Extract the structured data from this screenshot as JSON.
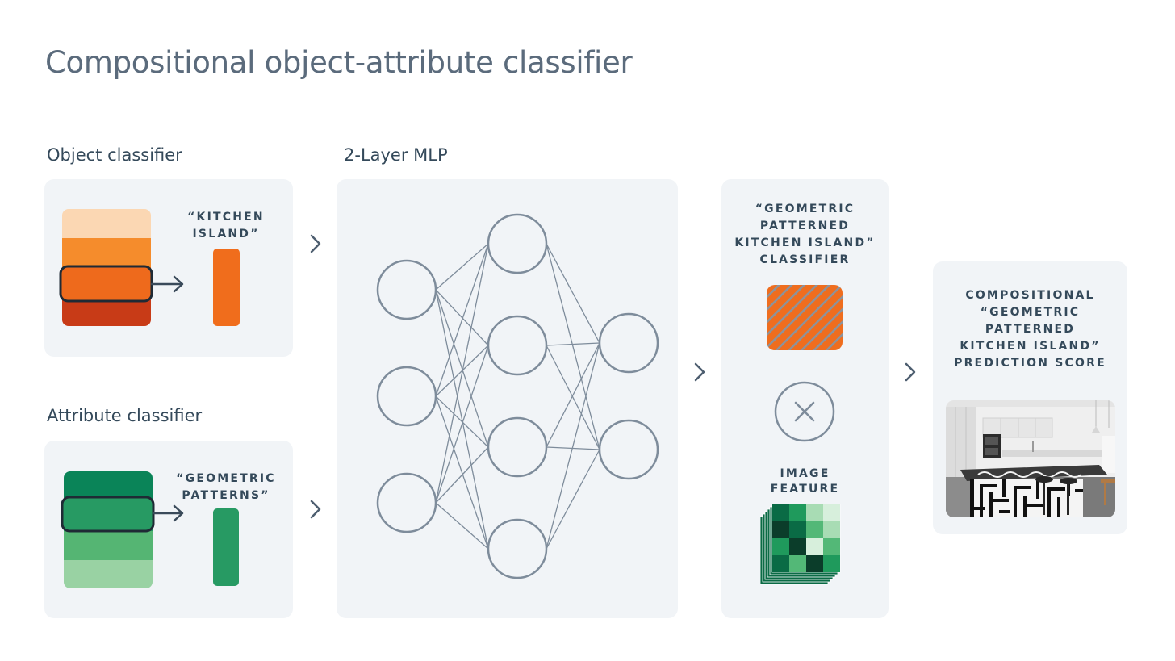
{
  "title": "Compositional object-attribute classifier",
  "object_classifier": {
    "label": "Object classifier",
    "caption": "“KITCHEN\nISLAND”",
    "colors": [
      "#fbd7b3",
      "#f58c2c",
      "#ee6a1c",
      "#c83b17"
    ],
    "highlight_color": "#ee6a1c",
    "output_color": "#f06d1c"
  },
  "attribute_classifier": {
    "label": "Attribute classifier",
    "caption": "“GEOMETRIC\nPATTERNS”",
    "colors": [
      "#0a8458",
      "#279a63",
      "#55b573",
      "#99d2a3"
    ],
    "highlight_color": "#279a63",
    "output_color": "#279a63"
  },
  "mlp": {
    "label": "2-Layer MLP",
    "layers": [
      3,
      4,
      2
    ]
  },
  "composite": {
    "caption": "“GEOMETRIC\nPATTERNED\nKITCHEN ISLAND”\nCLASSIFIER",
    "operator": "multiply-icon",
    "feature_caption": "IMAGE\nFEATURE"
  },
  "result": {
    "caption": "COMPOSITIONAL\n“GEOMETRIC\nPATTERNED\nKITCHEN ISLAND”\nPREDICTION SCORE"
  },
  "colors": {
    "panel": "#f1f4f7",
    "node_stroke": "#7e8c9b",
    "text": "#34495a",
    "title": "#5b6b7c"
  }
}
